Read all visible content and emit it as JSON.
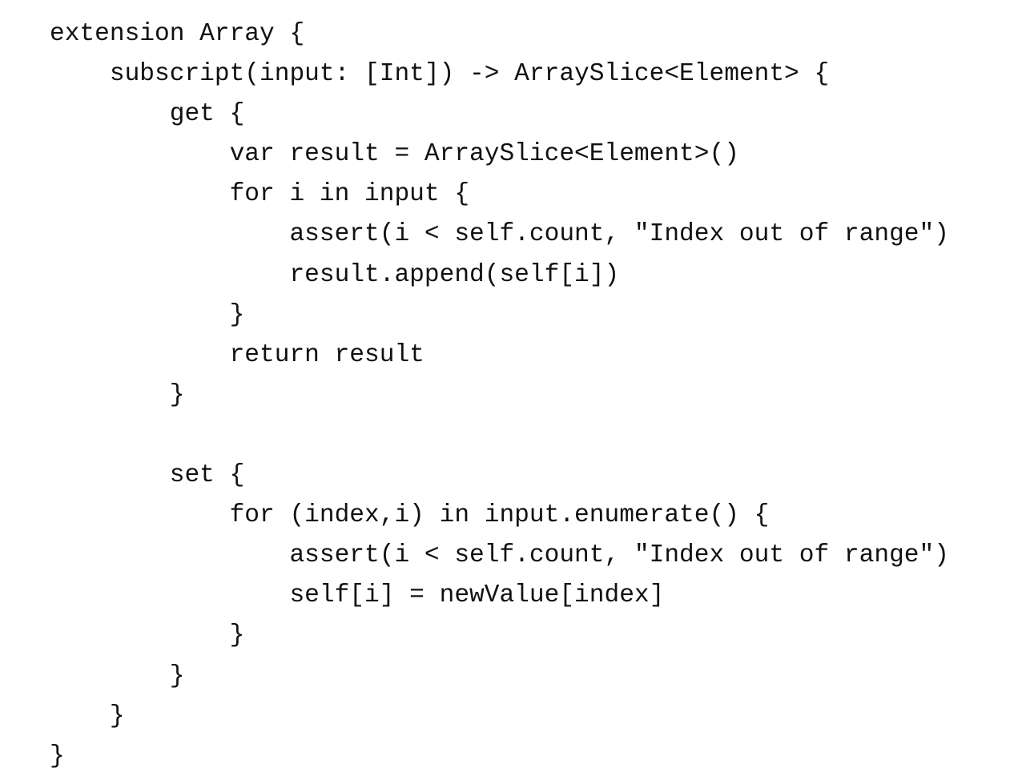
{
  "code": {
    "lines": [
      "extension Array {",
      "    subscript(input: [Int]) -> ArraySlice<Element> {",
      "        get {",
      "            var result = ArraySlice<Element>()",
      "            for i in input {",
      "                assert(i < self.count, \"Index out of range\")",
      "                result.append(self[i])",
      "            }",
      "            return result",
      "        }",
      "",
      "        set {",
      "            for (index,i) in input.enumerate() {",
      "                assert(i < self.count, \"Index out of range\")",
      "                self[i] = newValue[index]",
      "            }",
      "        }",
      "    }",
      "}"
    ]
  }
}
